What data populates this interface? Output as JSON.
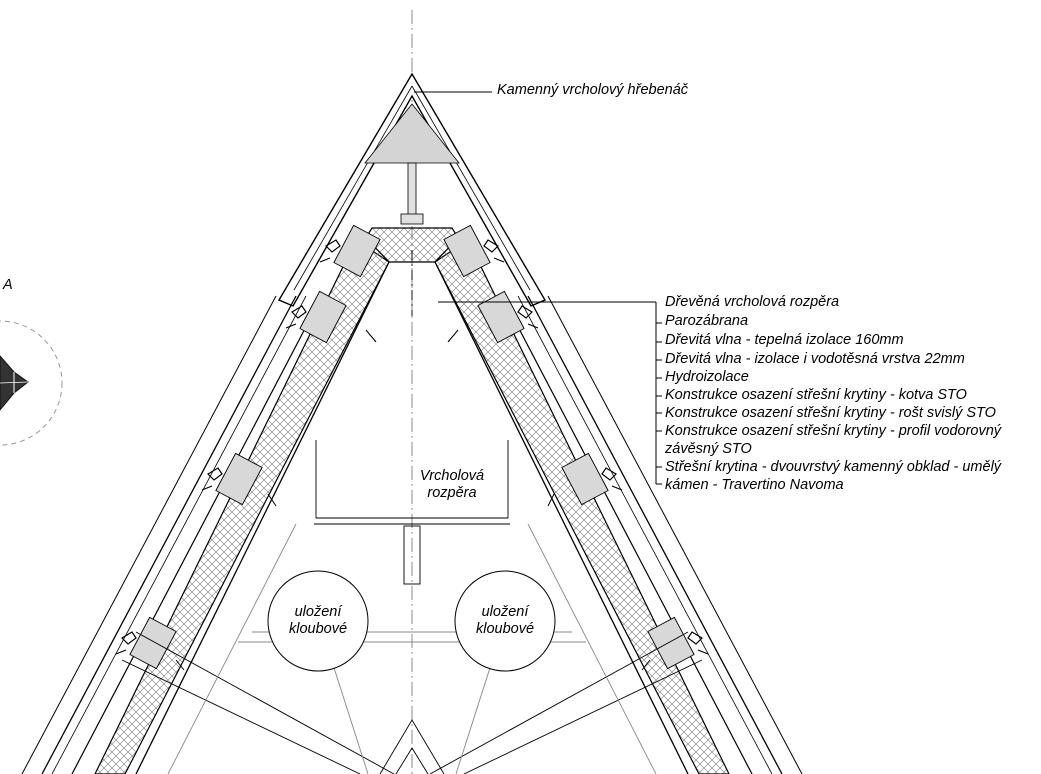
{
  "top_label": "Kamenný vrcholový hřebenáč",
  "detail_marker": "A",
  "layers": [
    "Dřevěná vrcholová rozpěra",
    "Parozábrana",
    "Dřevitá vlna - tepelná izolace 160mm",
    "Dřevitá vlna - izolace i vodotěsná vrstva 22mm",
    "Hydroizolace",
    "Konstrukce osazení střešní krytiny - kotva STO",
    "Konstrukce osazení střešní krytiny - rošt svislý STO",
    "Konstrukce osazení střešní krytiny - profil vodorovný",
    "závěsný STO",
    "Střešní krytina - dvouvrstvý kamenný obklad - umělý",
    "kámen - Travertino Navoma"
  ],
  "spreader": {
    "line1": "Vrcholová",
    "line2": "rozpěra"
  },
  "joints": [
    {
      "line1": "uložení",
      "line2": "kloubové"
    },
    {
      "line1": "uložení",
      "line2": "kloubové"
    }
  ]
}
